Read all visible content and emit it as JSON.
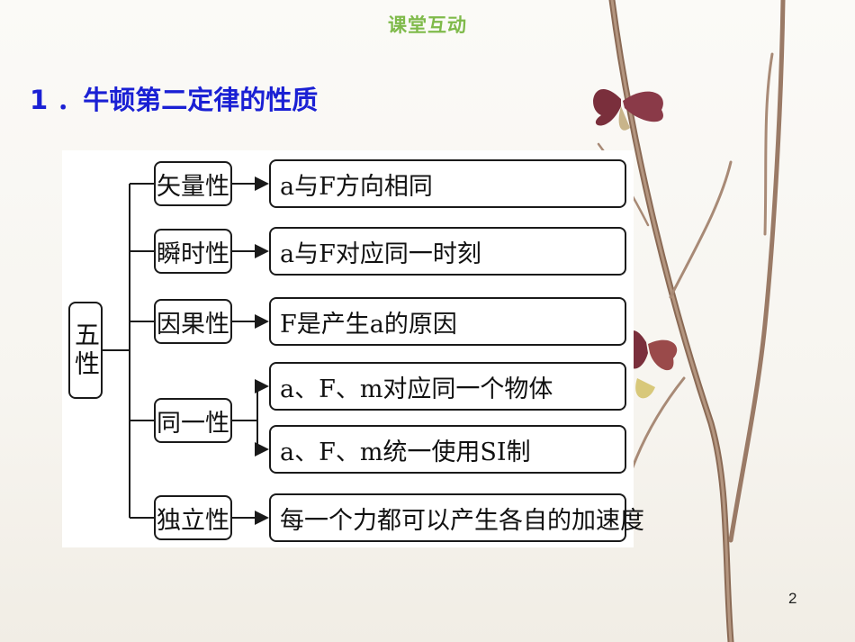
{
  "header": {
    "title": "课堂互动"
  },
  "section": {
    "title": "1 ．牛顿第二定律的性质"
  },
  "diagram": {
    "root_label": "五性",
    "properties": [
      {
        "label": "矢量性",
        "descriptions": [
          "a与F方向相同"
        ]
      },
      {
        "label": "瞬时性",
        "descriptions": [
          "a与F对应同一时刻"
        ]
      },
      {
        "label": "因果性",
        "descriptions": [
          "F是产生a的原因"
        ]
      },
      {
        "label": "同一性",
        "descriptions": [
          "a、F、m对应同一个物体",
          "a、F、m统一使用SI制"
        ]
      },
      {
        "label": "独立性",
        "descriptions": [
          "每一个力都可以产生各自的加速度"
        ]
      }
    ]
  },
  "footer": {
    "page_number": "2"
  },
  "colors": {
    "header": "#7fba4a",
    "section_title": "#1a20d4",
    "line": "#1a1a1a"
  }
}
